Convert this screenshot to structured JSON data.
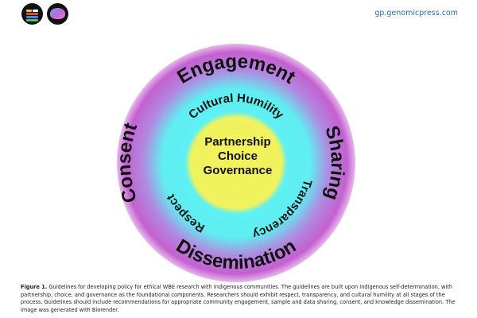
{
  "header": {
    "site": "gp.genomicpress.com",
    "logos": [
      "genomic-press-logo",
      "brain-logo"
    ]
  },
  "diagram": {
    "center_lines": [
      "Partnership",
      "Choice",
      "Governance"
    ],
    "inner_ring": {
      "top": "Cultural Humility",
      "left": "Respect",
      "right": "Transparency"
    },
    "outer_ring": {
      "top": "Engagement",
      "left": "Consent",
      "right": "Sharing",
      "bottom": "Dissemination"
    },
    "colors": {
      "center": "#f2f25a",
      "middle": "#5ef0f2",
      "outer": "#c25fd0"
    }
  },
  "caption": {
    "label": "Figure 1.",
    "text": " Guidelines for developing policy for ethical WBE research with Indigenous communities. The guidelines are built upon Indigenous self-determination, with partnership, choice, and governance as the foundational components. Researchers should exhibit respect, transparency, and cultural humility at all stages of the process. Guidelines should include recommendations for appropriate community engagement, sample and data sharing, consent, and knowledge dissemination. The image was generated with Biorender."
  }
}
